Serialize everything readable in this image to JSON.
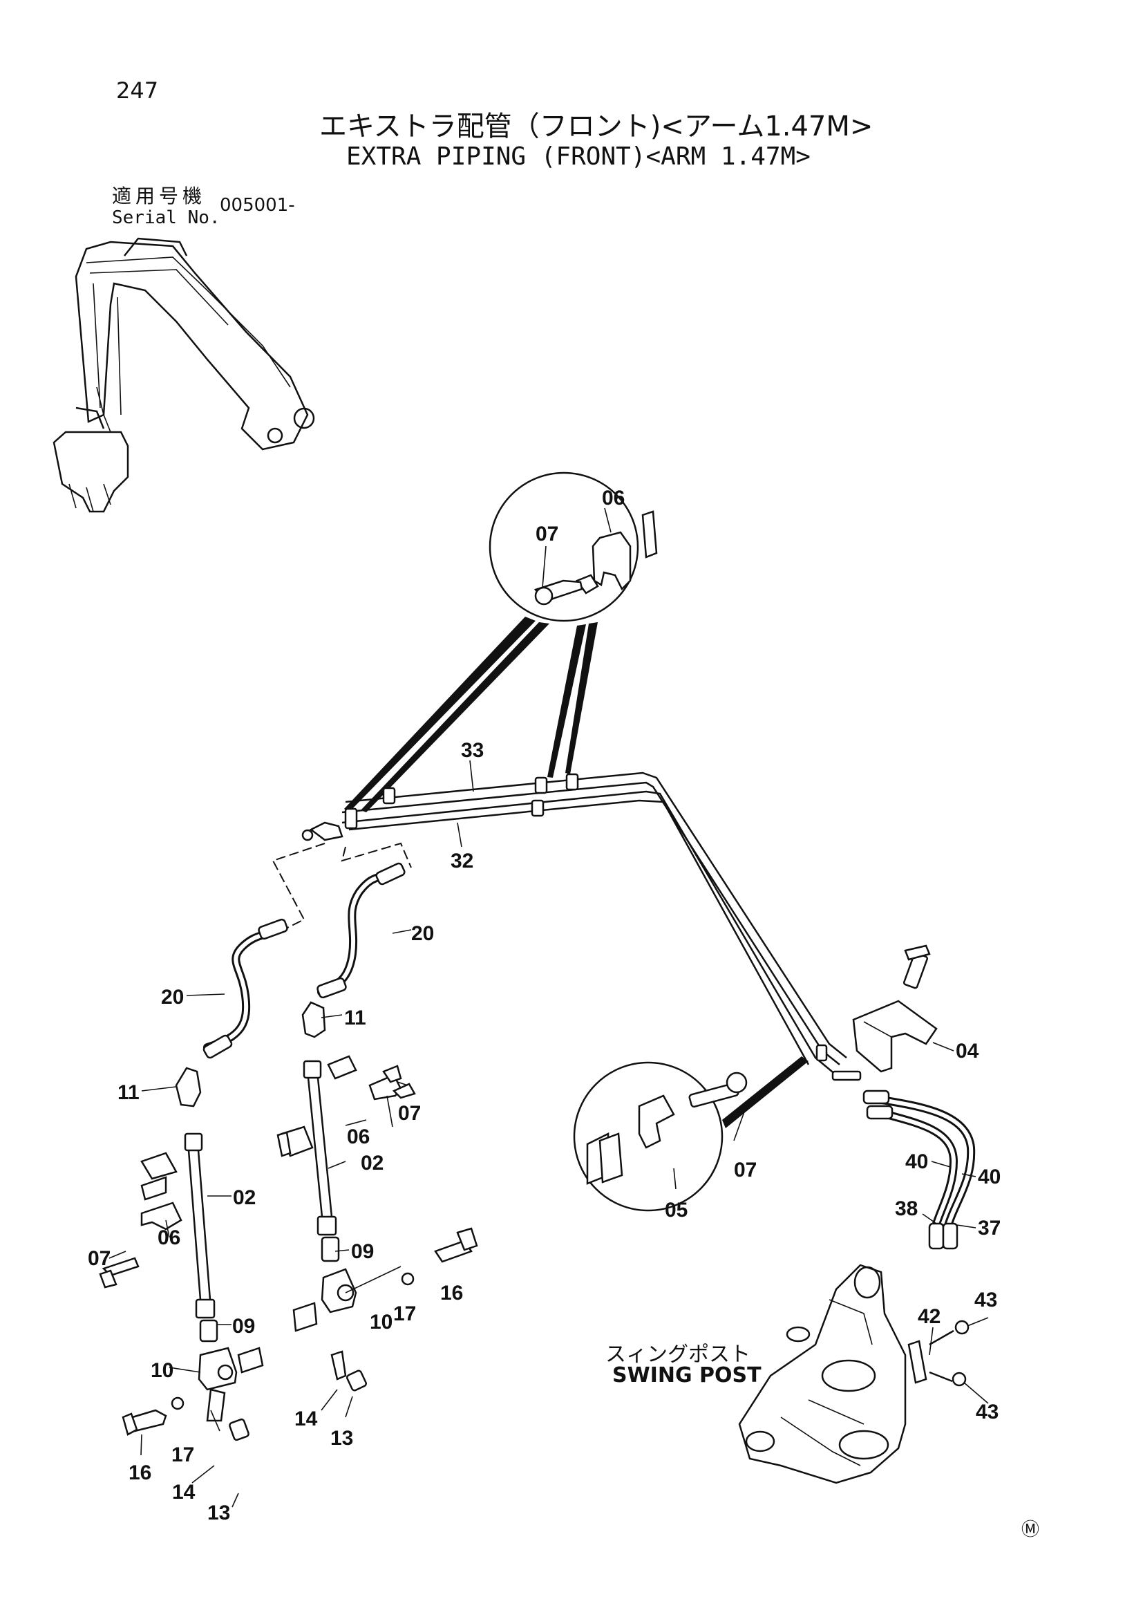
{
  "header": {
    "page_number": "247",
    "title_jp": "エキストラ配管（フロント)<アーム1.47M>",
    "title_en": "EXTRA PIPING (FRONT)<ARM 1.47M>"
  },
  "serial": {
    "label_jp": "適用号機",
    "label_en": "Serial No.",
    "value": "005001-"
  },
  "callouts": {
    "swing_post_jp": "スィングポスト",
    "swing_post_en": "SWING POST"
  },
  "mark": "Ⓜ",
  "parts": {
    "p02a": "02",
    "p02b": "02",
    "p04": "04",
    "p05": "05",
    "p06a": "06",
    "p06b": "06",
    "p06c": "06",
    "p07a": "07",
    "p07b": "07",
    "p07c": "07",
    "p07d": "07",
    "p09a": "09",
    "p09b": "09",
    "p10a": "10",
    "p10b": "10",
    "p11a": "11",
    "p11b": "11",
    "p13a": "13",
    "p13b": "13",
    "p14a": "14",
    "p14b": "14",
    "p16a": "16",
    "p16b": "16",
    "p17a": "17",
    "p17b": "17",
    "p20a": "20",
    "p20b": "20",
    "p32": "32",
    "p33": "33",
    "p37": "37",
    "p38": "38",
    "p40a": "40",
    "p40b": "40",
    "p42": "42",
    "p43a": "43",
    "p43b": "43"
  }
}
